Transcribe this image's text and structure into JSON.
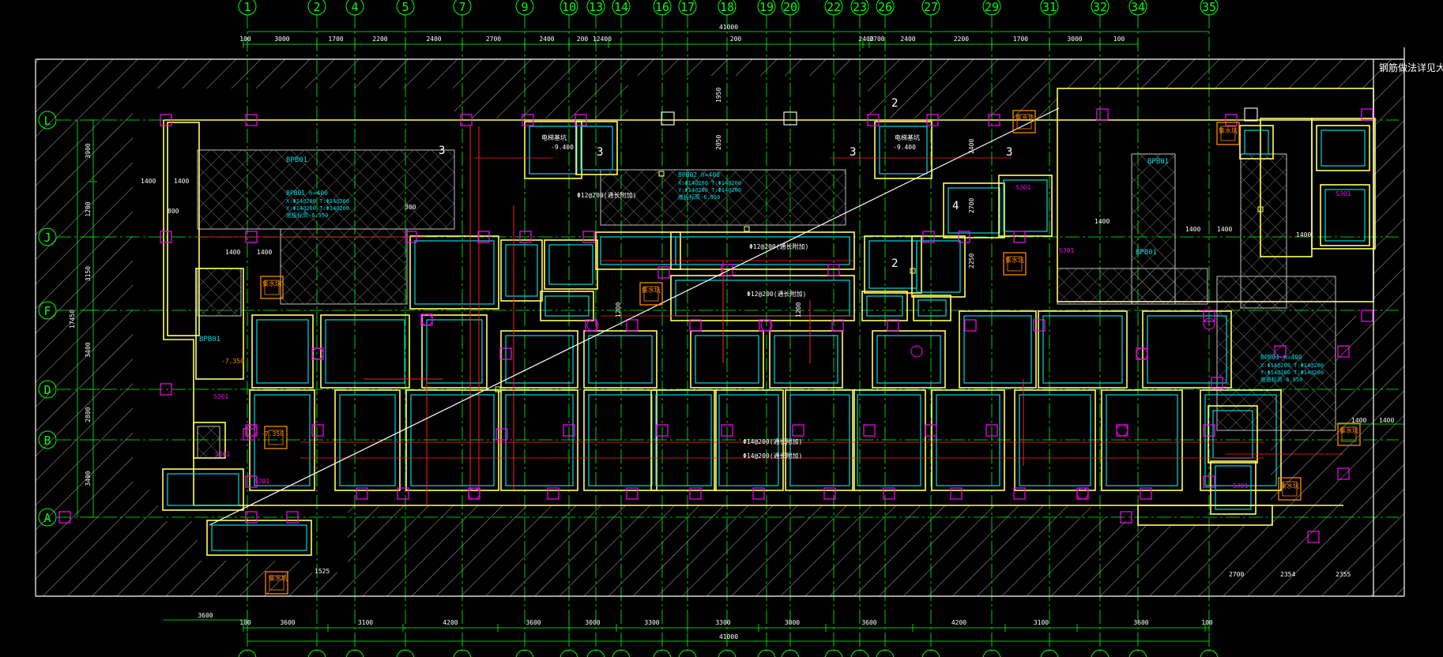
{
  "drawing": {
    "note_title": "钢筋做法详见大样图",
    "colors": {
      "background": "#000000",
      "axis_green": "#00ff00",
      "wall_yellow": "#ffff66",
      "column_magenta": "#ff00ff",
      "rebar_red": "#ff2020",
      "slab_cyan": "#00d8e0",
      "hatch_white": "#bfbfbf",
      "pump_orange": "#ff8800",
      "text_white": "#ffffff"
    },
    "top_axes": [
      "1",
      "2",
      "4",
      "5",
      "7",
      "9",
      "10",
      "13",
      "14",
      "16",
      "17",
      "18",
      "19",
      "20",
      "22",
      "23",
      "26",
      "27",
      "29",
      "31",
      "32",
      "34",
      "35"
    ],
    "left_axes": [
      "L",
      "J",
      "F",
      "D",
      "B",
      "A"
    ],
    "top_dims": [
      "100",
      "3000",
      "1700",
      "2200",
      "2400",
      "2700",
      "2400",
      "200",
      "12400",
      "200",
      "2400",
      "2700",
      "2400",
      "2200",
      "1700",
      "3000",
      "100"
    ],
    "top_total": "41000",
    "bottom_dims": [
      "100",
      "3600",
      "3100",
      "4200",
      "3600",
      "3000",
      "3300",
      "3300",
      "3000",
      "3600",
      "4200",
      "3100",
      "3600",
      "100"
    ],
    "bottom_total": "41000",
    "bottom_left_dim": "3600",
    "left_dims": [
      "3900",
      "1200",
      "3150",
      "3400",
      "2800",
      "3400"
    ],
    "left_total": "17450",
    "right_dims": [
      "1400",
      "1400"
    ],
    "labels": {
      "bpb01_a": "BPB01",
      "bpb01_b": "BPB01",
      "bpb01_c": "BPB01",
      "bpb01_d": "BPB01",
      "bpb01_e": "BPB01",
      "bpb02_note": "BPB02 h=400",
      "bpb01_note_1": "BPB01 h=400",
      "bpb01_note_2": "BPB01 h=400",
      "rebar_note_1": "X:Φ14@200 T:Φ14@200",
      "rebar_note_2": "Y:Φ14@200 T:Φ14@200",
      "slab_elev": "底板标高-6.950",
      "sump_label": "集水坑",
      "elev_label": "电梯基坑",
      "elev_value": "-9.400",
      "rebar_main": "Φ12@200(通长附加)",
      "rebar_main_2": "Φ14@200(通长附加)",
      "num_3": "3",
      "num_2": "2",
      "num_4": "4",
      "dim_1400": "1400",
      "dim_1200": "1200",
      "dim_800": "800",
      "dim_300": "300",
      "dim_2050": "2050",
      "dim_1950": "1950",
      "dim_2700": "2700",
      "dim_2400": "2400",
      "dim_2250": "2250",
      "dim_1525": "1525",
      "dim_2700b": "2700",
      "dim_2354": "2354",
      "dim_2355": "2355",
      "sj01": "SJ01",
      "cap_05": "-7.350"
    }
  }
}
